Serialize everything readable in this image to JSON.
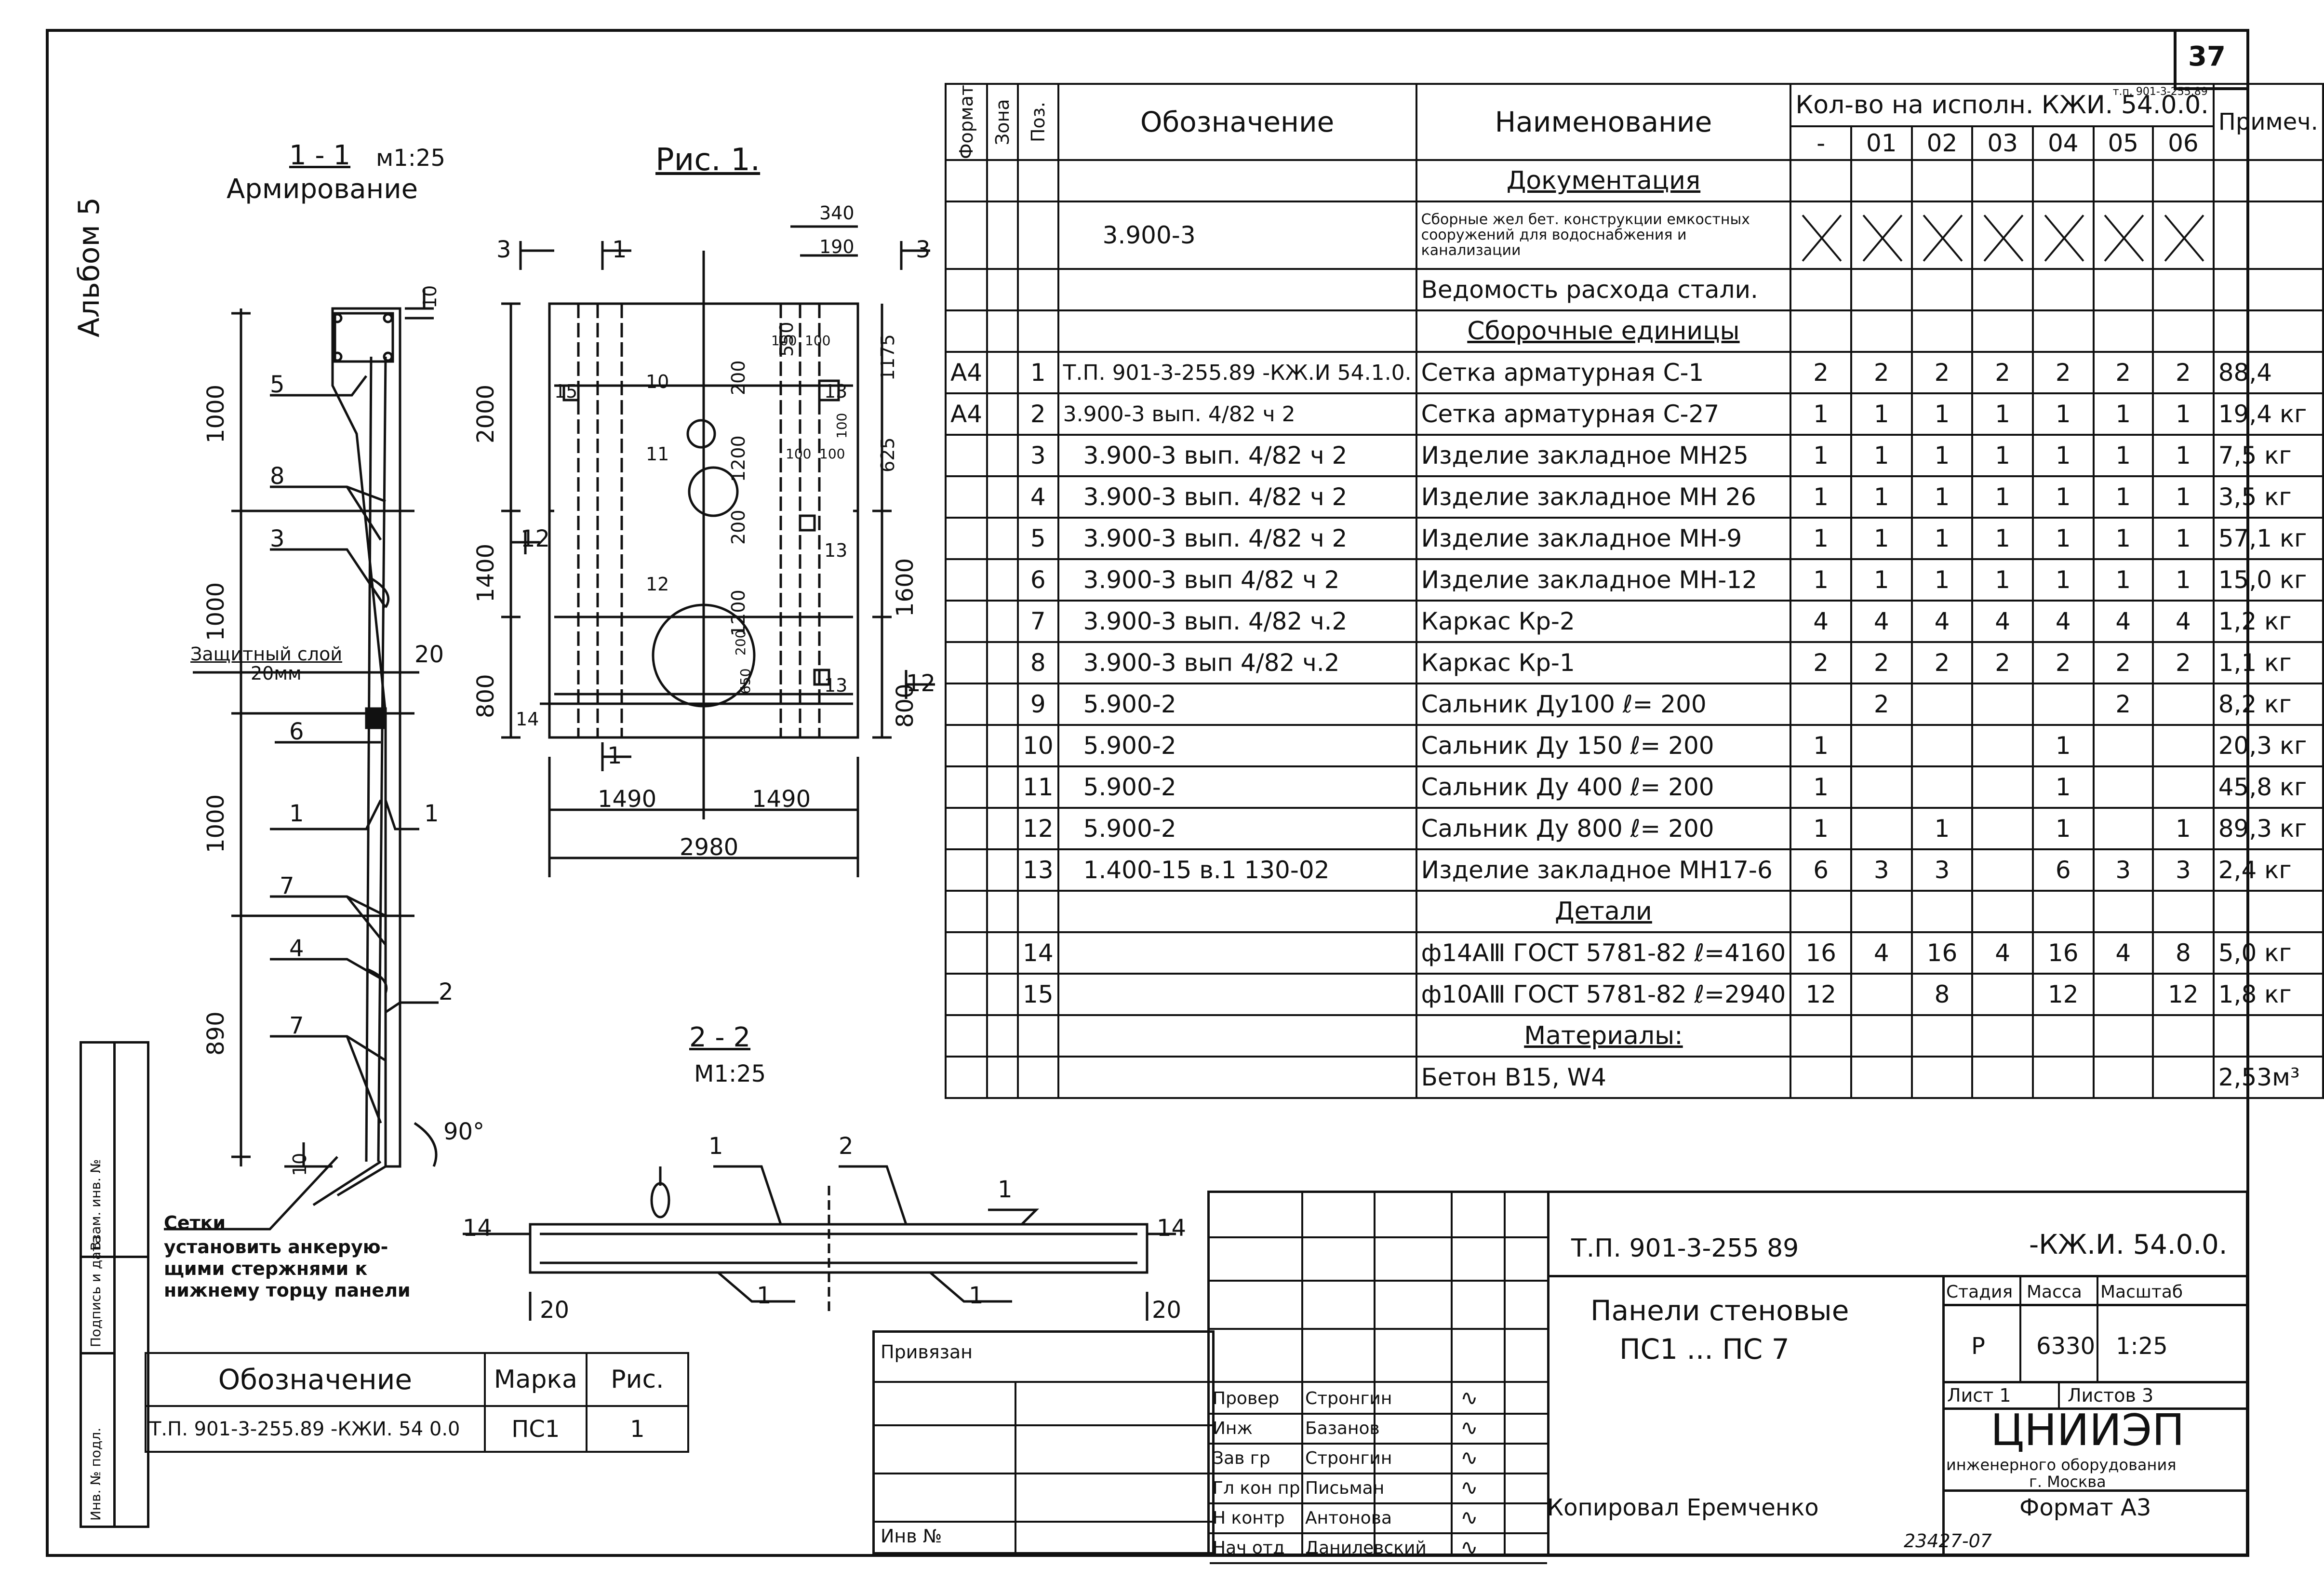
{
  "sheet_number": "37",
  "album": "Альбом 5",
  "section_1": {
    "title": "1 - 1",
    "scale": "м1:25",
    "subtitle": "Армирование"
  },
  "figure_1": {
    "title": "Рис. 1."
  },
  "section_2": {
    "title": "2 - 2",
    "scale": "М1:25"
  },
  "protective_layer": {
    "label": "Защитный слой",
    "value": "20мм",
    "dim": "20"
  },
  "mesh_note": [
    "Сетки",
    "установить анкерую-",
    "щими стержнями к",
    "нижнему торцу панели"
  ],
  "angle": "90°",
  "sec1_dims": [
    "1000",
    "1000",
    "1000",
    "890",
    "10",
    "10"
  ],
  "sec1_callouts": [
    "5",
    "8",
    "3",
    "6",
    "1",
    "1",
    "7",
    "4",
    "2",
    "7"
  ],
  "fig1_dims": {
    "top": [
      "340",
      "190"
    ],
    "left": [
      "2000",
      "1400",
      "800"
    ],
    "right": [
      "1175",
      "625",
      "1600",
      "800"
    ],
    "inner": [
      "550",
      "200",
      "1200",
      "200",
      "1200",
      "200",
      "650",
      "100",
      "100",
      "100",
      "100",
      "100"
    ],
    "bottom": [
      "1490",
      "1490",
      "2980"
    ]
  },
  "fig1_labels": [
    "10",
    "11",
    "12",
    "13",
    "13",
    "13",
    "15",
    "14",
    "12",
    "12",
    "1",
    "1",
    "3",
    "3"
  ],
  "sec2_labels": [
    "1",
    "2",
    "1",
    "14",
    "14",
    "1",
    "1",
    "20",
    "20"
  ],
  "spec_table": {
    "headers": {
      "format": "Формат",
      "zone": "Зона",
      "pos": "Поз.",
      "designation": "Обозначение",
      "name": "Наименование",
      "qty": "Кол-во на исполн. КЖИ. 54.0.0.",
      "qty_ref": "т.п. 901-3-255.89",
      "variants": [
        "-",
        "01",
        "02",
        "03",
        "04",
        "05",
        "06"
      ],
      "note": "Примеч."
    },
    "rows": [
      {
        "kind": "section",
        "name": "Документация"
      },
      {
        "kind": "crossed",
        "designation": "3.900-3",
        "name": "Сборные жел бет. конструкции емкостных сооружений для водоснабжения и канализации"
      },
      {
        "kind": "plain",
        "name": "Ведомость расхода стали."
      },
      {
        "kind": "section",
        "name": "Сборочные единицы"
      },
      {
        "format": "А4",
        "pos": "1",
        "designation": "Т.П. 901-3-255.89   -КЖ.И 54.1.0.",
        "name": "Сетка арматурная С-1",
        "q": [
          "2",
          "2",
          "2",
          "2",
          "2",
          "2",
          "2"
        ],
        "note": "88,4"
      },
      {
        "format": "А4",
        "pos": "2",
        "designation": "3.900-3   вып. 4/82 ч 2",
        "name": "Сетка арматурная С-27",
        "q": [
          "1",
          "1",
          "1",
          "1",
          "1",
          "1",
          "1"
        ],
        "note": "19,4 кг"
      },
      {
        "pos": "3",
        "designation": "3.900-3   вып. 4/82 ч 2",
        "name": "Изделие закладное МН25",
        "q": [
          "1",
          "1",
          "1",
          "1",
          "1",
          "1",
          "1"
        ],
        "note": "7,5 кг"
      },
      {
        "pos": "4",
        "designation": "3.900-3   вып. 4/82 ч 2",
        "name": "Изделие закладное МН 26",
        "q": [
          "1",
          "1",
          "1",
          "1",
          "1",
          "1",
          "1"
        ],
        "note": "3,5 кг"
      },
      {
        "pos": "5",
        "designation": "3.900-3   вып. 4/82 ч 2",
        "name": "Изделие закладное МН-9",
        "q": [
          "1",
          "1",
          "1",
          "1",
          "1",
          "1",
          "1"
        ],
        "note": "57,1 кг"
      },
      {
        "pos": "6",
        "designation": "3.900-3   вып 4/82 ч 2",
        "name": "Изделие закладное МН-12",
        "q": [
          "1",
          "1",
          "1",
          "1",
          "1",
          "1",
          "1"
        ],
        "note": "15,0 кг"
      },
      {
        "pos": "7",
        "designation": "3.900-3   вып. 4/82 ч.2",
        "name": "Каркас          Кр-2",
        "q": [
          "4",
          "4",
          "4",
          "4",
          "4",
          "4",
          "4"
        ],
        "note": "1,2 кг"
      },
      {
        "pos": "8",
        "designation": "3.900-3   вып 4/82 ч.2",
        "name": "Каркас          Кр-1",
        "q": [
          "2",
          "2",
          "2",
          "2",
          "2",
          "2",
          "2"
        ],
        "note": "1,1 кг"
      },
      {
        "pos": "9",
        "designation": "5.900-2",
        "name": "Сальник Ду100  ℓ= 200",
        "q": [
          "",
          "2",
          "",
          "",
          "",
          "2",
          ""
        ],
        "note": "8,2 кг"
      },
      {
        "pos": "10",
        "designation": "5.900-2",
        "name": "Сальник Ду 150  ℓ= 200",
        "q": [
          "1",
          "",
          "",
          "",
          "1",
          "",
          ""
        ],
        "note": "20,3 кг"
      },
      {
        "pos": "11",
        "designation": "5.900-2",
        "name": "Сальник Ду 400  ℓ= 200",
        "q": [
          "1",
          "",
          "",
          "",
          "1",
          "",
          ""
        ],
        "note": "45,8 кг"
      },
      {
        "pos": "12",
        "designation": "5.900-2",
        "name": "Сальник Ду 800  ℓ= 200",
        "q": [
          "1",
          "",
          "1",
          "",
          "1",
          "",
          "1"
        ],
        "note": "89,3 кг"
      },
      {
        "pos": "13",
        "designation": "1.400-15 в.1   130-02",
        "name": "Изделие закладное МН17-6",
        "q": [
          "6",
          "3",
          "3",
          "",
          "6",
          "3",
          "3"
        ],
        "note": "2,4 кг"
      },
      {
        "kind": "section",
        "name": "Детали"
      },
      {
        "pos": "14",
        "name": "ф14АⅢ ГОСТ 5781-82  ℓ=4160",
        "q": [
          "16",
          "4",
          "16",
          "4",
          "16",
          "4",
          "8"
        ],
        "note": "5,0 кг"
      },
      {
        "pos": "15",
        "name": "ф10АⅢ ГОСТ 5781-82  ℓ=2940",
        "q": [
          "12",
          "",
          "8",
          "",
          "12",
          "",
          "12"
        ],
        "note": "1,8 кг"
      },
      {
        "kind": "section",
        "name": "Материалы:"
      },
      {
        "name": "Бетон В15,            W4",
        "q": [
          "",
          "",
          "",
          "",
          "",
          "",
          ""
        ],
        "note": "2,53м³"
      }
    ]
  },
  "ref_table": {
    "headers": {
      "designation": "Обозначение",
      "mark": "Марка",
      "fig": "Рис."
    },
    "row": {
      "designation": "Т.П. 901-3-255.89 -КЖИ. 54 0.0",
      "mark": "ПС1",
      "fig": "1"
    }
  },
  "side_stamp": [
    "Инв. № подл.",
    "Подпись и дата",
    "Взам. инв. №"
  ],
  "binding": {
    "label": "Привязан",
    "inv": "Инв №"
  },
  "title_block": {
    "code_left": "Т.П. 901-3-255 89",
    "code_right": "-КЖ.И. 54.0.0.",
    "title_line1": "Панели стеновые",
    "title_line2": "ПС1 ... ПС 7",
    "stage_label": "Стадия",
    "mass_label": "Масса",
    "scale_label": "Масштаб",
    "stage": "Р",
    "mass": "6330",
    "scale": "1:25",
    "sheet": "Лист 1",
    "sheets": "Листов 3",
    "org": "ЦНИИЭП",
    "org_sub1": "инженерного оборудования",
    "org_sub2": "г. Москва",
    "signers": [
      {
        "role": "Провер",
        "name": "Стронгин"
      },
      {
        "role": "Инж",
        "name": "Базанов"
      },
      {
        "role": "Зав гр",
        "name": "Стронгин"
      },
      {
        "role": "Гл кон пр",
        "name": "Письман"
      },
      {
        "role": "Н контр",
        "name": "Антонова"
      },
      {
        "role": "Нач отд",
        "name": "Данилевский"
      }
    ]
  },
  "copied_by": "Копировал Еремченко",
  "format": "Формат А3",
  "bottom_code": "23427-07"
}
